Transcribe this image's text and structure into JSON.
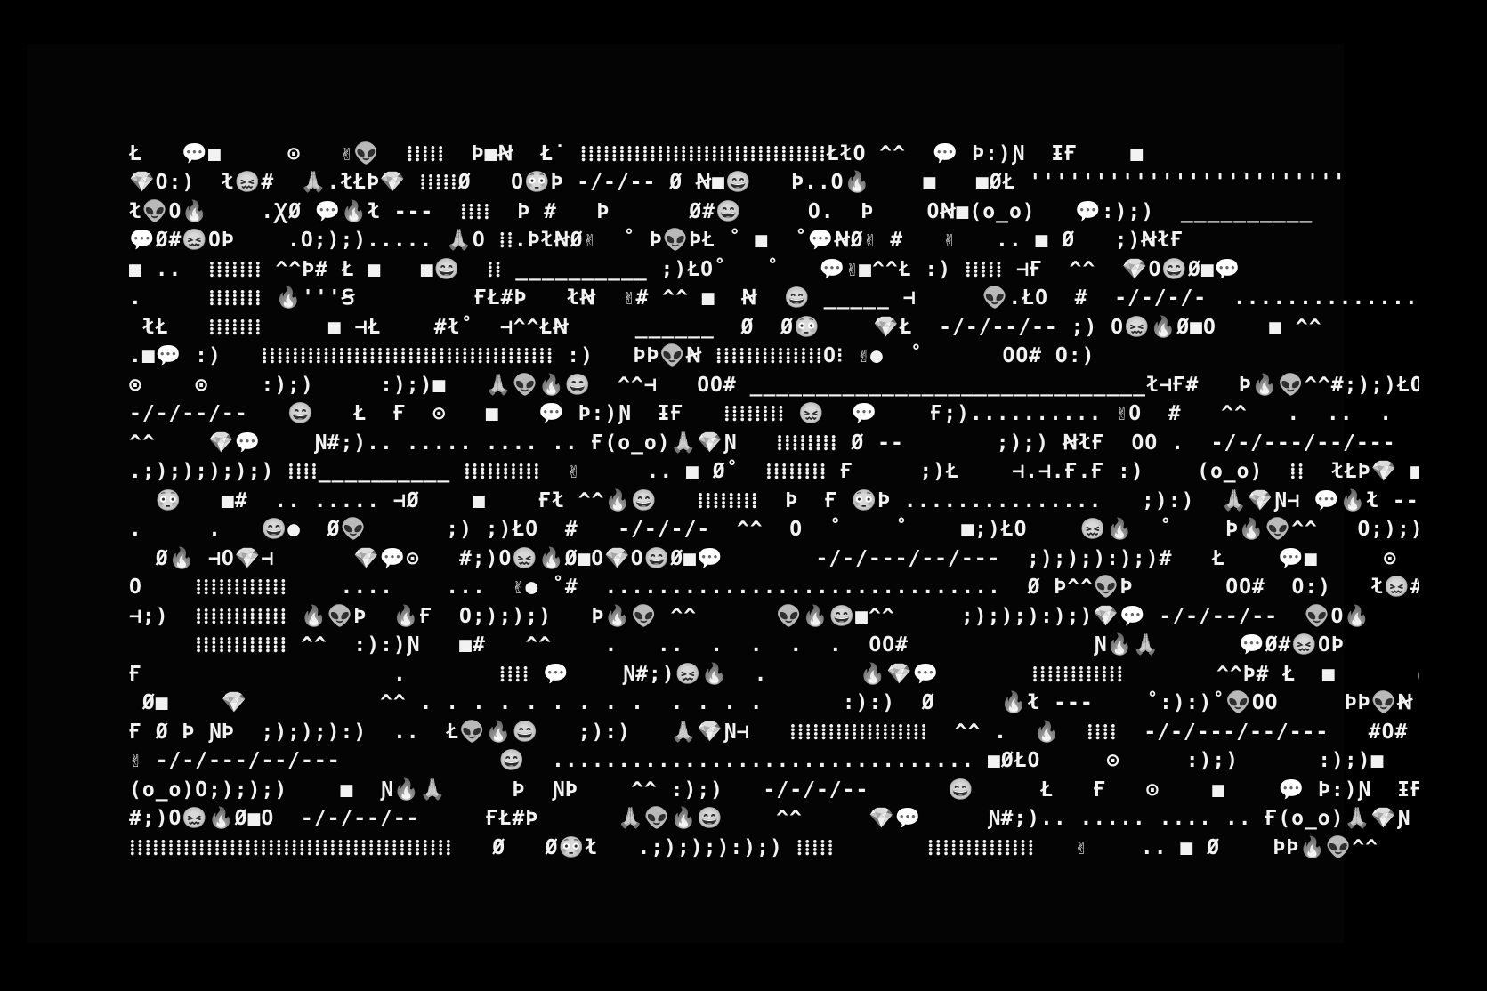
{
  "artwork": {
    "lines": [
      "Ł   💬■     ⊙   ✌👽  ⁞⁞⁞⁞⁞  Þ■Ꞥ  Ł˙ ⁞⁞⁞⁞⁞⁞⁞⁞⁞⁞⁞⁞⁞⁞⁞⁞⁞⁞⁞⁞⁞⁞⁞⁞⁞⁞⁞⁞⁞⁞⁞⁞ŁłO ^^  💬 Þ:)Ɲ  ƗҒ    ■",
      "💎O:)  ł😖#  🙏.łŁÞ💎 ⁞⁞⁞⁞⁞Ø   O😳Þ -/-/-- Ø Ꞥ■😄   Þ..O🔥    ■   ■ØŁ ''''''''''''''''''''''''",
      "ł👽O🔥    .ꞳØ 💬🔥ł ---  ⁞⁞⁞⁞  Þ #   Þ      Ø#😄     O.  Þ    OꞤ■(o_o)   💬:);)  __________",
      "💬Ø#😖OÞ    .O;);)..... 🙏O ⁞⁞.ÞłꞤØ✌  ˚ Þ👽ÞŁ ˚ ■  ˚💬ꞤØ✌ #   ✌   .. ■ Ø   ;)ꞤłҒ",
      "■ ..  ⁞⁞⁞⁞⁞⁞⁞ ^^Þ# Ł ■   ■😄  ⁞⁞ __________ ;)ŁO˚   ˚   💬✌■^^Ł :) ⁞⁞⁞⁞⁞ ⊣Ғ  ^^  💎O😄Ø■💬",
      ".     ⁞⁞⁞⁞⁞⁞⁞ 🔥'''Ꞩ         ҒŁ#Þ   łꞤ  ✌# ^^ ■  Ꞥ  😄 _____ ⊣     👽.ŁO  #  -/-/-/-  ...............",
      " łŁ   ⁞⁞⁞⁞⁞⁞⁞     ■ ⊣Ł    #ł˚  ⊣^^ŁꞤ     ______  Ø  Ø😳    💎Ł  -/-/--/-- ;) O😖🔥Ø■O    ■ ^^",
      ".■💬 :)   ⁞⁞⁞⁞⁞⁞⁞⁞⁞⁞⁞⁞⁞⁞⁞⁞⁞⁞⁞⁞⁞⁞⁞⁞⁞⁞⁞⁞⁞⁞⁞⁞⁞⁞⁞⁞⁞⁞ :)   ÞÞ👽Ꞥ ⁞⁞⁞⁞⁞⁞⁞⁞⁞⁞⁞⁞⁞⁞O⁝ ✌●  ˚      OO# O:)",
      "⊙    ⊙    :);)     :);)■   🙏👽🔥😄  ^^⊣   OO# ______________________________ł⊣Ғ#   Þ🔥👽^^#;);)ŁO",
      "-/-/--/--   😄   Ł  Ғ  ⊙   ■   💬 Þ:)Ɲ  ƗҒ   ⁞⁞⁞⁞⁞⁞⁞⁞ 😖  💬    Ғ;).......... ✌O  #   ^^   .  ..  .  .  .",
      "^^    💎💬    Ɲ#;).. ..... .... .. Ғ(o_o)🙏💎Ɲ   ⁞⁞⁞⁞⁞⁞⁞⁞ Ø --       ;);) ꞤłҒ  OO .  -/-/---/--/---  ⁞⁞   ✌👽",
      ".;););););) ⁞⁞⁞⁞__________ ⁞⁞⁞⁞⁞⁞⁞⁞⁞⁞  ✌     .. ■ Ø˚  ⁞⁞⁞⁞⁞⁞⁞⁞ Ғ     ;)Ł    ⊣.⊣.Ғ.Ғ :)    (o_o)  ⁞⁞  łŁÞ💎 ■",
      "  😳   ■#  .. ..... ⊣Ø    ■    Ғł ^^🔥😄   ⁞⁞⁞⁞⁞⁞⁞⁞  Þ  Ғ 😳Þ ...............   ;):)  🙏💎Ɲ⊣ 💬🔥ł ---",
      ".     .   😄●  Ø👽      ;) ;)ŁO  #   -/-/-/-  ^^  O  ˚    ˚    ■;)ŁO    😖🔥  ˚    Þ🔥👽^^   O;););)....",
      "  Ø🔥 ⊣O💎⊣      💎💬⊙   #;)O😖🔥Ø■O💎O😄Ø■💬       -/-/---/--/---  ;););):);)#   Ł    💬■     ⊙",
      "O    ⁞⁞⁞⁞⁞⁞⁞⁞⁞⁞⁞⁞    ....    ...  ✌● ˚#  ..............................  Ø Þ^^👽Þ       OO#  O:)   ł😖#  🙏",
      "⊣;)  ⁞⁞⁞⁞⁞⁞⁞⁞⁞⁞⁞⁞ 🔥👽Þ  🔥Ғ  O;););)   Þ🔥👽 ^^      👽🔥😄■^^     ;););):);)💎💬 -/-/--/--  👽O🔥      .ꞳØ",
      "     ⁞⁞⁞⁞⁞⁞⁞⁞⁞⁞⁞⁞ ^^  :):)Ɲ   ■#   ^^    .   ..  .  .  .  .  OO#              Ɲ🔥🙏      💬Ø#😖OÞ      .",
      "Ғ                   .       ⁞⁞⁞⁞ 💬    Ɲ#;)😖🔥  .       🔥💎💬       ⁞⁞⁞⁞⁞⁞⁞⁞⁞⁞⁞⁞       ^^Þ# Ł  ■      🔥💎💬",
      " Ø■    💎          ^^ . . . . . . . . .  . . . .      :):)  Ø     🔥ł ---    ˚:):)˚👽OO     ÞÞ👽Ꞥ   ⁞⁞⁞⁞⁞⁞⁞⁞⁞⁞⁞⁞",
      "Ғ Ø Þ ƝÞ  ;););):)  ..  Ł👽🔥😄   ;):)   🙏💎Ɲ⊣   ⁞⁞⁞⁞⁞⁞⁞⁞⁞⁞⁞⁞⁞⁞⁞⁞⁞⁞  ^^ .  🔥  ⁞⁞⁞⁞  -/-/---/--/---   #O#  ⁞⁞⁞⁞⁞⁞⁞⁞⁞⁞⁞⁞",
      "✌ -/-/---/--/---            😄  ................................ ■ØŁO     ⊙     :);)      :);)■    🙏👽🔥😄   ^^⊣  -/-/---/--/---",
      "(o_o)O;););)    ■  Ɲ🔥🙏     Þ  ƝÞ    ^^ :);)   -/-/-/--      😄     Ł   Ғ   ⊙    ■    💬 Þ:)Ɲ  ƗҒ  ________________________",
      "#;)O😖🔥Ø■O  -/-/--/--     ҒŁ#Þ      🙏👽🔥😄    ^^     💎💬     Ɲ#;).. ..... .... .. Ғ(o_o)🙏💎Ɲ   💎O😄   Ø■",
      "⁞⁞⁞⁞⁞⁞⁞⁞⁞⁞⁞⁞⁞⁞⁞⁞⁞⁞⁞⁞⁞⁞⁞⁞⁞⁞⁞⁞⁞⁞⁞⁞⁞⁞⁞⁞⁞⁞⁞⁞⁞⁞   Ø   Ø😳ł   .;););):);) ⁞⁞⁞⁞⁞       ⁞⁞⁞⁞⁞⁞⁞⁞⁞⁞⁞⁞⁞⁞   ✌    .. ■ Ø    ÞÞ🔥👽^^"
    ]
  }
}
